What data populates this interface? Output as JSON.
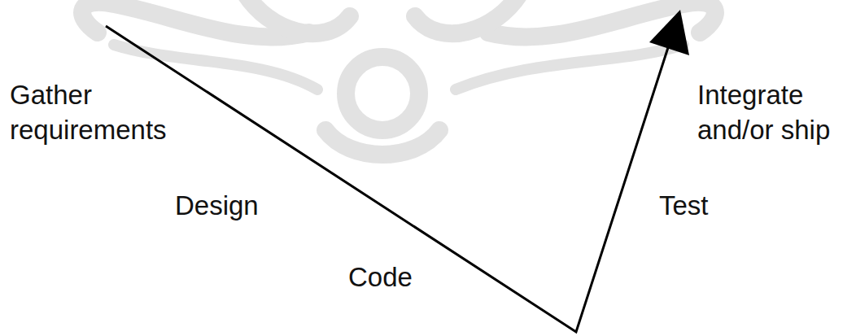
{
  "diagram": {
    "labels": [
      "Gather requirements",
      "Design",
      "Code",
      "Test",
      "Integrate and/or ship"
    ]
  }
}
